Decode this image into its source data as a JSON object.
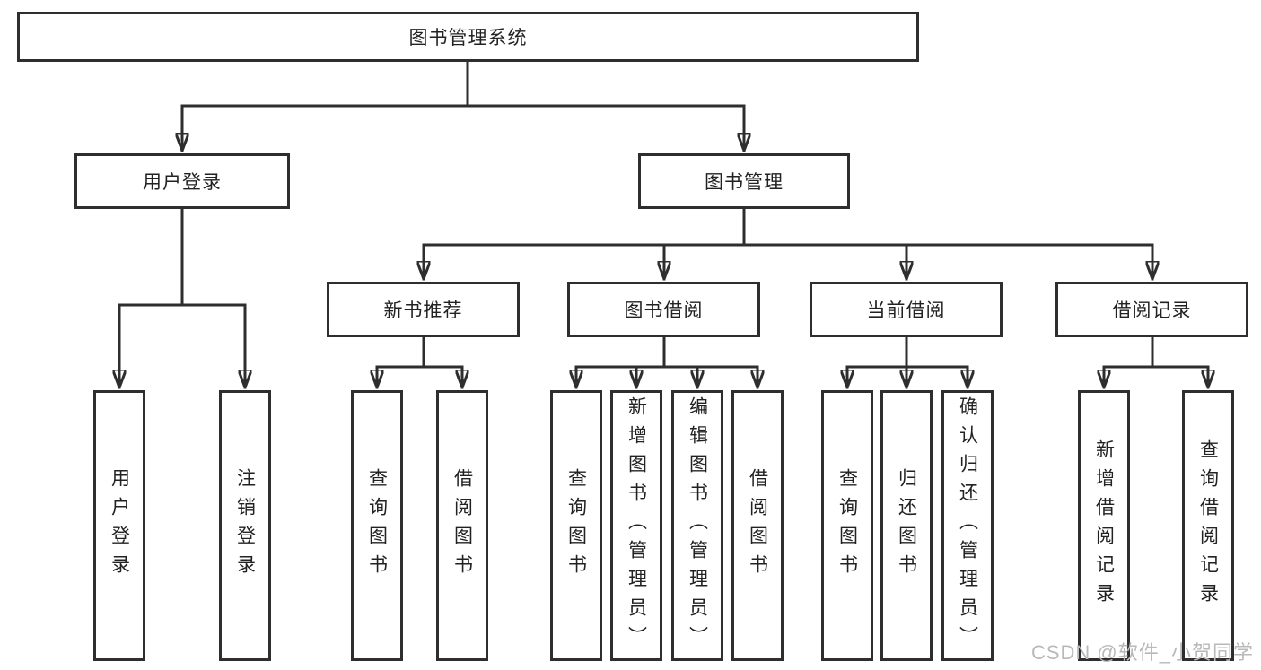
{
  "diagram_title": "图书管理系统",
  "watermark": "CSDN @软件_小贺同学",
  "colors": {
    "line": "#2e2e2e",
    "box_border": "#2e2e2e",
    "text": "#222222",
    "watermark": "#b9b9b9",
    "background": "#ffffff"
  },
  "tree": {
    "root": "图书管理系统",
    "user_login": {
      "label": "用户登录",
      "children": [
        "用户登录",
        "注销登录"
      ]
    },
    "book_management": {
      "label": "图书管理",
      "sections": {
        "new_book_recommend": {
          "label": "新书推荐",
          "children": [
            "查询图书",
            "借阅图书"
          ]
        },
        "book_borrow": {
          "label": "图书借阅",
          "children": [
            "查询图书",
            "新增图书（管理员）",
            "编辑图书（管理员）",
            "借阅图书"
          ]
        },
        "current_borrow": {
          "label": "当前借阅",
          "children": [
            "查询图书",
            "归还图书",
            "确认归还（管理员）"
          ]
        },
        "borrow_records": {
          "label": "借阅记录",
          "children": [
            "新增借阅记录",
            "查询借阅记录"
          ]
        }
      }
    }
  }
}
